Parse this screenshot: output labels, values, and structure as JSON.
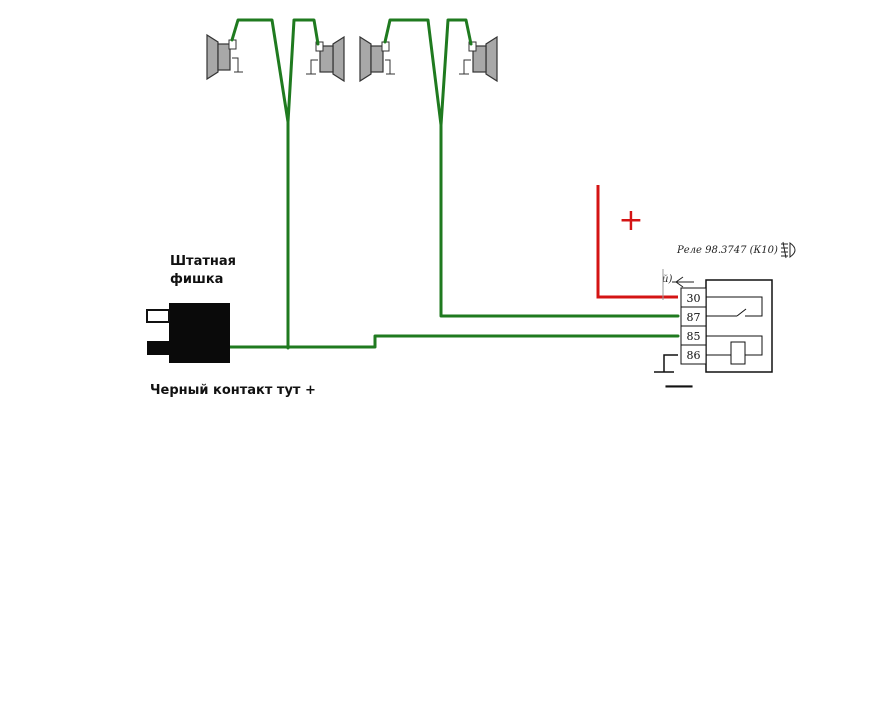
{
  "labels": {
    "connector_line1": "Штатная",
    "connector_line2": "фишка",
    "black_contact": "Черный контакт тут +",
    "relay_title": "Реле 98.3747 (К10)",
    "plus_sign": "+",
    "minus_sign": "—",
    "cut_fragment": "й)"
  },
  "relay_pins": [
    "30",
    "87",
    "85",
    "86"
  ],
  "colors": {
    "wire": "#1f7a1f",
    "positive": "#d41414",
    "ink": "#111111",
    "speaker_fill": "#a8a8a8",
    "speaker_stroke": "#333333"
  },
  "icons": {
    "speaker": "speaker-icon",
    "relay_symbol": "fog-light-icon",
    "ground": "ground-icon"
  }
}
